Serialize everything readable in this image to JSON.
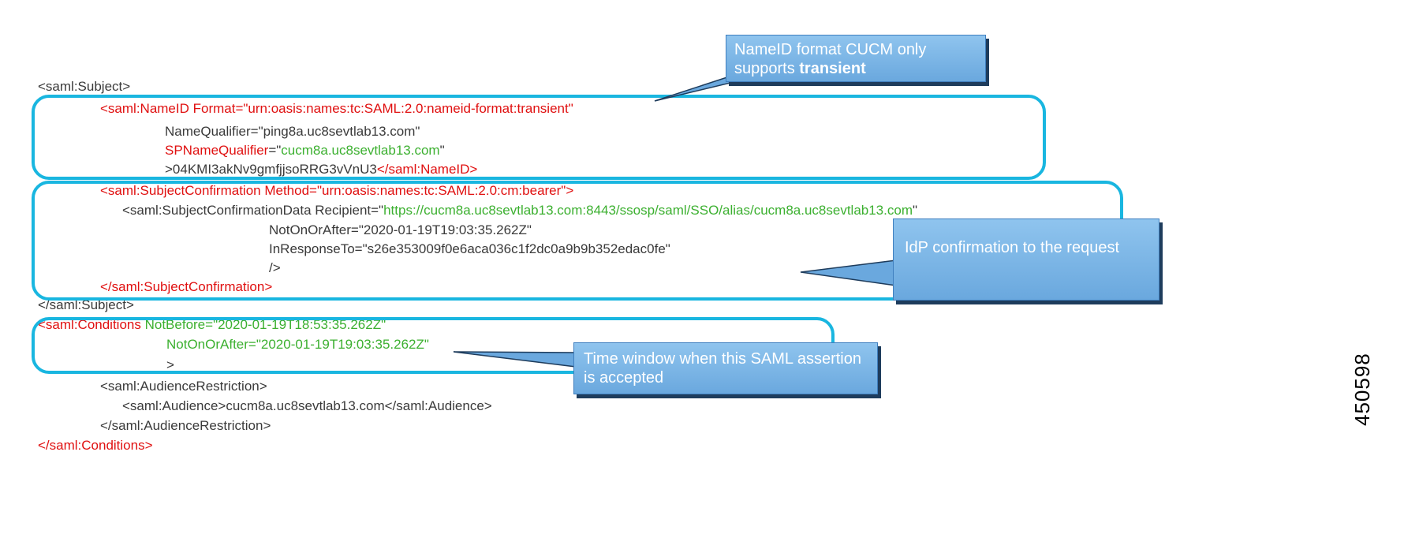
{
  "lines": {
    "l01": {
      "a": "<saml:Subject>"
    },
    "l02": {
      "a": "<saml:NameID Format=\"urn:oasis:names:tc:SAML:2.0:nameid-format:transient\""
    },
    "l03": {
      "a": "NameQualifier=\"ping8a.uc8sevtlab13.com\""
    },
    "l04": {
      "a": "SPNameQualifier",
      "b": "=\"",
      "c": "cucm8a.uc8sevtlab13.com",
      "d": "\""
    },
    "l05": {
      "a": ">04KMI3akNv9gmfjjsoRRG3vVnU3",
      "b": "</saml:NameID>"
    },
    "l06": {
      "a": "<saml:SubjectConfirmation Method=\"urn:oasis:names:tc:SAML:2.0:cm:bearer\">"
    },
    "l07": {
      "a": "<saml:SubjectConfirmationData Recipient=\"",
      "b": "https://cucm8a.uc8sevtlab13.com:8443/ssosp/saml/SSO/alias/cucm8a.uc8sevtlab13.com",
      "c": "\""
    },
    "l08": {
      "a": "NotOnOrAfter=\"2020-01-19T19:03:35.262Z\""
    },
    "l09": {
      "a": "InResponseTo=\"s26e353009f0e6aca036c1f2dc0a9b9b352edac0fe\""
    },
    "l10": {
      "a": "/>"
    },
    "l11": {
      "a": "</saml:SubjectConfirmation>"
    },
    "l12": {
      "a": "</saml:Subject>"
    },
    "l13": {
      "a": "<saml:Conditions",
      "b": " NotBefore=\"2020-01-19T18:53:35.262Z\""
    },
    "l14": {
      "a": "NotOnOrAfter=\"2020-01-19T19:03:35.262Z\""
    },
    "l15": {
      "a": ">"
    },
    "l16": {
      "a": "<saml:AudienceRestriction>"
    },
    "l17": {
      "a": "<saml:Audience>cucm8a.uc8sevtlab13.com</saml:Audience>"
    },
    "l18": {
      "a": "</saml:AudienceRestriction>"
    },
    "l19": {
      "a": "</saml:Conditions>"
    }
  },
  "callouts": {
    "nameid": {
      "text": "NameID  format  CUCM  only supports ",
      "bold": "transient"
    },
    "idp": {
      "text": "IdP confirmation to the request"
    },
    "time": {
      "text": "Time window when this SAML assertion is accepted"
    }
  },
  "figure_id": "450598",
  "colors": {
    "highlight_box": "#19b6e0",
    "element_red": "#e01010",
    "value_green": "#3cb030",
    "callout_fill": "#7ab6e6"
  }
}
